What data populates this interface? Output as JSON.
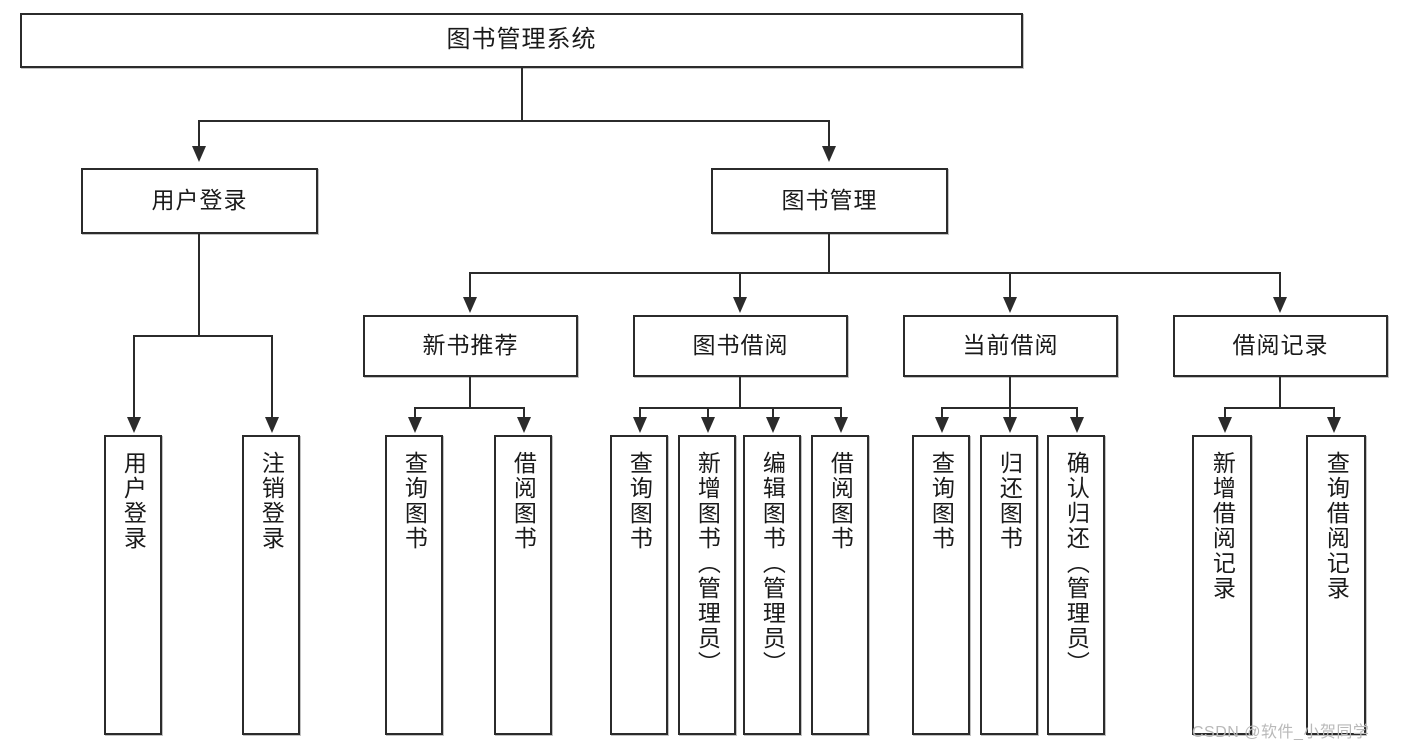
{
  "diagram": {
    "title": "图书管理系统",
    "type": "hierarchy-tree",
    "root": {
      "label": "图书管理系统"
    },
    "level2": [
      {
        "id": "user-login",
        "label": "用户登录"
      },
      {
        "id": "book-manage",
        "label": "图书管理"
      }
    ],
    "level3": [
      {
        "id": "new-book-rec",
        "label": "新书推荐"
      },
      {
        "id": "book-borrow",
        "label": "图书借阅"
      },
      {
        "id": "current-borrow",
        "label": "当前借阅"
      },
      {
        "id": "borrow-record",
        "label": "借阅记录"
      }
    ],
    "leaves": {
      "user_login": [
        {
          "id": "leaf-user-login",
          "label": "用户登录"
        },
        {
          "id": "leaf-logout",
          "label": "注销登录"
        }
      ],
      "new_book_rec": [
        {
          "id": "leaf-query-book-1",
          "label": "查询图书"
        },
        {
          "id": "leaf-borrow-book-1",
          "label": "借阅图书"
        }
      ],
      "book_borrow": [
        {
          "id": "leaf-query-book-2",
          "label": "查询图书"
        },
        {
          "id": "leaf-add-book",
          "label": "新增图书（管理员）"
        },
        {
          "id": "leaf-edit-book",
          "label": "编辑图书（管理员）"
        },
        {
          "id": "leaf-borrow-book-2",
          "label": "借阅图书"
        }
      ],
      "current_borrow": [
        {
          "id": "leaf-query-book-3",
          "label": "查询图书"
        },
        {
          "id": "leaf-return-book",
          "label": "归还图书"
        },
        {
          "id": "leaf-confirm-return",
          "label": "确认归还（管理员）"
        }
      ],
      "borrow_record": [
        {
          "id": "leaf-add-record",
          "label": "新增借阅记录"
        },
        {
          "id": "leaf-query-record",
          "label": "查询借阅记录"
        }
      ]
    }
  },
  "watermark": {
    "text": "CSDN @软件_小贺同学"
  },
  "colors": {
    "stroke": "#2b2b2b",
    "fill": "#ffffff",
    "text": "#1a1a1a",
    "watermark": "#b9b9b9"
  }
}
